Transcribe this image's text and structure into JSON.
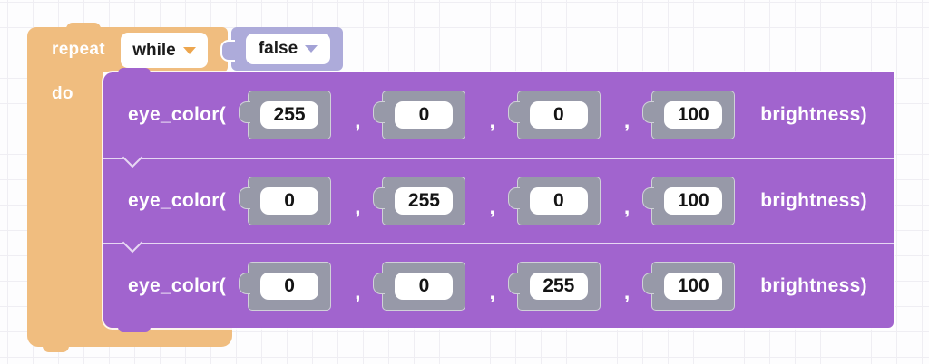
{
  "workspace": {
    "background_color": "#fdfdfe",
    "grid_color": "#efeef3"
  },
  "colors": {
    "repeat_block": "#f0bd7f",
    "eye_color_block": "#a164ce",
    "number_block": "#9799a8",
    "boolean_block": "#adabda",
    "while_caret": "#eda64e",
    "false_caret": "#a3a2d6"
  },
  "repeat_block": {
    "label": "repeat",
    "do_label": "do",
    "mode_dropdown": {
      "value": "while"
    },
    "condition_block": {
      "value": "false"
    }
  },
  "comma": ",",
  "eye_color_blocks": [
    {
      "fn": "eye_color(",
      "args": [
        "255",
        "0",
        "0",
        "100"
      ],
      "suffix": "brightness)"
    },
    {
      "fn": "eye_color(",
      "args": [
        "0",
        "255",
        "0",
        "100"
      ],
      "suffix": "brightness)"
    },
    {
      "fn": "eye_color(",
      "args": [
        "0",
        "0",
        "255",
        "100"
      ],
      "suffix": "brightness)"
    }
  ]
}
